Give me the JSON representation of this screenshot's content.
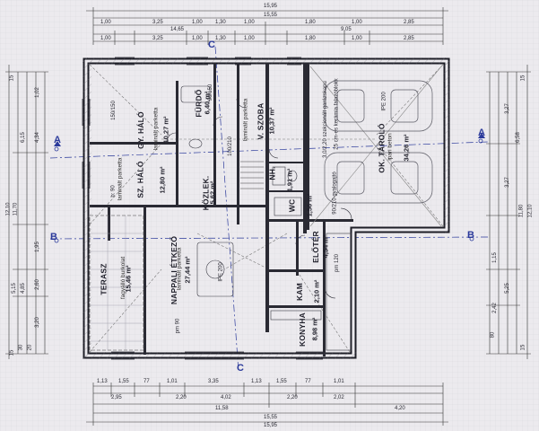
{
  "axis_markers": [
    "A",
    "A",
    "B",
    "B",
    "C",
    "C"
  ],
  "rooms": {
    "gy_halo": {
      "name": "GY. HÁLÓ",
      "floor": "laminált parketta",
      "area": "10,27 m²"
    },
    "furdo": {
      "name": "FÜRDŐ",
      "area": "6,40 m²"
    },
    "v_szoba": {
      "name": "V. SZOBA",
      "floor": "laminált parketta",
      "area": "10,37 m²"
    },
    "sz_halo": {
      "name": "SZ. HÁLÓ",
      "floor": "laminált parketta",
      "area": "12,80 m²"
    },
    "kozlek": {
      "name": "KÖZLEK.",
      "area": "5,62 m²"
    },
    "ok_tarolo": {
      "name": "OK. TÁROLÓ",
      "floor": "ipari beton",
      "area": "34,26 m²"
    },
    "nappali": {
      "name": "NAPPALI ÉTKEZŐ",
      "floor": "laminált parketta",
      "area": "27,44 m²"
    },
    "terasz": {
      "name": "TERASZ",
      "floor": "fagyálló burkolat",
      "area": "15,46 m²"
    },
    "eloter": {
      "name": "ELŐTÉR",
      "area": "4,54 m²"
    },
    "kam": {
      "name": "KAM",
      "area": "2,10 m²"
    },
    "konyha": {
      "name": "KONYHA",
      "area": "8,98 m²"
    },
    "wc": {
      "name": "WC",
      "area": "1,56 m²"
    },
    "nh": {
      "name": "NH.",
      "area": "1,91 m²"
    }
  },
  "top_dimensions": {
    "row1": [
      "1,00",
      "3,25",
      "1,00",
      "1,30",
      "1,00",
      "1,80",
      "1,00",
      "2,85"
    ],
    "row2": [
      "1,00",
      "3,25",
      "1,00",
      "1,30",
      "1,00",
      "1,80",
      "1,00",
      "2,85"
    ],
    "row3": [
      "14,65",
      "9,05"
    ],
    "row4": [
      "15,55"
    ],
    "row5": [
      "15,95"
    ]
  },
  "bottom_dimensions": {
    "row1": [
      "1,13",
      "1,55",
      "77",
      "1,01",
      "3,35",
      "1,13",
      "1,55",
      "77",
      "1,01"
    ],
    "row2": [
      "2,95",
      "2,20",
      "4,02",
      "2,20",
      "2,02"
    ],
    "row3": [
      "11,58",
      "4,20"
    ],
    "row4": [
      "15,55"
    ],
    "row5": [
      "15,95"
    ]
  },
  "left_dimensions": [
    "15",
    "30",
    "20",
    "3,20",
    "2,60",
    "1,95",
    "5,15",
    "4,85",
    "11,70",
    "12,10",
    "6,15",
    "4,34",
    "1,02",
    "15"
  ],
  "right_dimensions": [
    "15",
    "3,27",
    "3,27",
    "6,58",
    "11,80",
    "12,10",
    "5,25",
    "1,15",
    "2,42",
    "80",
    "15"
  ],
  "small_labels": {
    "b_sill": "b: 90",
    "ab": "ab",
    "ipe": "IPE 200",
    "pm": "pm 90",
    "pm2": "pm 120",
    "door_90": "90",
    "door_100": "100/210",
    "window_1": "150/150",
    "window_2": "90/150",
    "gate": "3,0/2,20 szekcionált garázskapu",
    "wall": "25 cm-es kerámia falazóblokk",
    "gyalog": "90/210 gyalogajtó"
  }
}
